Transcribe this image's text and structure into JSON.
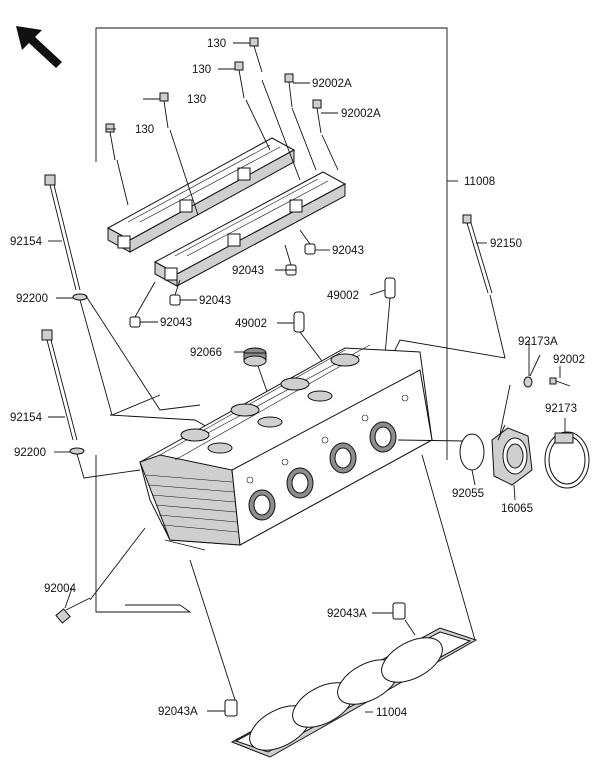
{
  "direction_arrow": "arrow-icon",
  "labels": {
    "l130_a": "130",
    "l130_b": "130",
    "l130_c": "130",
    "l130_d": "130",
    "l92002a_a": "92002A",
    "l92002a_b": "92002A",
    "l11008": "11008",
    "l92154_a": "92154",
    "l92200_a": "92200",
    "l92154_b": "92154",
    "l92200_b": "92200",
    "l92043_a": "92043",
    "l92043_b": "92043",
    "l92043_c": "92043",
    "l92043_d": "92043",
    "l92150": "92150",
    "l49002_a": "49002",
    "l49002_b": "49002",
    "l92066": "92066",
    "l92173a": "92173A",
    "l92002": "92002",
    "l92173": "92173",
    "l92055": "92055",
    "l16065": "16065",
    "l92004": "92004",
    "l92043a_a": "92043A",
    "l92043a_b": "92043A",
    "l11004": "11004"
  }
}
